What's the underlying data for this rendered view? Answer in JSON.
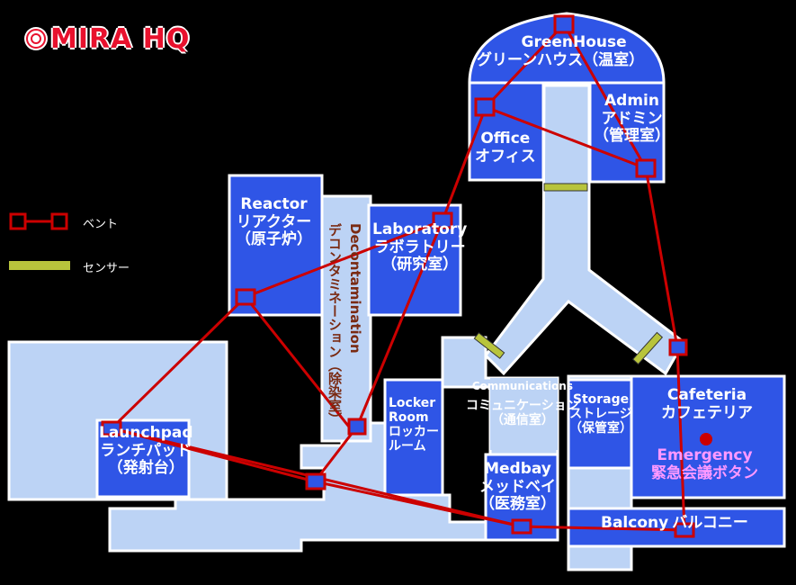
{
  "logo": {
    "text": "MIRA HQ"
  },
  "legend": {
    "vent": "ベント",
    "sensor": "センサー"
  },
  "rooms": {
    "greenhouse": {
      "en": "GreenHouse",
      "ja": "グリーンハウス（温室）"
    },
    "office": {
      "en": "Office",
      "ja": "オフィス"
    },
    "admin": {
      "en": "Admin",
      "ja": "アドミン",
      "ja2": "（管理室）"
    },
    "reactor": {
      "en": "Reactor",
      "ja": "リアクター",
      "ja2": "（原子炉）"
    },
    "laboratory": {
      "en": "Laboratory",
      "ja": "ラボラトリー",
      "ja2": "（研究室）"
    },
    "decontamination": {
      "en": "Decontamination",
      "ja": "デコンタミネーション（除染室）"
    },
    "launchpad": {
      "en": "Launchpad",
      "ja": "ランチパッド",
      "ja2": "（発射台）"
    },
    "locker": {
      "en": "Locker",
      "en2": "Room",
      "ja": "ロッカー",
      "ja2": "ルーム"
    },
    "communications": {
      "en": "Communications",
      "ja": "コミュニケーション",
      "ja2": "（通信室）"
    },
    "storage": {
      "en": "Storage",
      "ja": "ストレージ",
      "ja2": "（保管室）"
    },
    "cafeteria": {
      "en": "Cafeteria",
      "ja": "カフェテリア"
    },
    "medbay": {
      "en": "Medbay",
      "ja": "メッドベイ",
      "ja2": "（医務室）"
    },
    "balcony": {
      "en": "Balcony",
      "ja": "バルコニー"
    }
  },
  "emergency": {
    "en": "Emergency",
    "ja": "緊急会議ボタン"
  },
  "colors": {
    "room": "#2f55e6",
    "hall": "#bcd3f5",
    "vent": "#cc0000",
    "sensor": "#b8c43c",
    "decon_text": "#7a2a12",
    "emergency": "#ff99ff"
  }
}
